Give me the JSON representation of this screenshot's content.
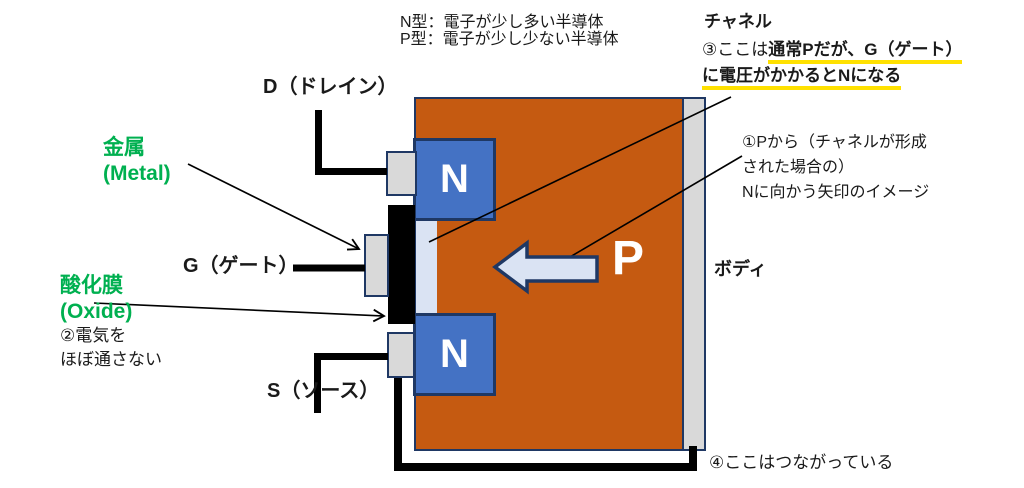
{
  "colors": {
    "body_orange": "#c55a11",
    "n_blue": "#4472c4",
    "border_navy": "#1f3864",
    "electrode_gray": "#d9d9d9",
    "channel_blue": "#dae3f3",
    "green_label": "#00b050",
    "highlight_yellow": "#ffe100",
    "wire_black": "#000000",
    "text_black": "#1a1a1a"
  },
  "legend": {
    "line1": "N型：電子が少し多い半導体",
    "line2": "P型：電子が少し少ない半導体"
  },
  "channel_note": {
    "title": "チャネル",
    "prefix": "③ここは",
    "highlight1": "通常Pだが、G（ゲート）",
    "highlight2": "に電圧がかかるとNになる"
  },
  "arrow_note": {
    "line1": "①Pから（チャネルが形成",
    "line2": "された場合の）",
    "line3": "Nに向かう矢印のイメージ"
  },
  "terminals": {
    "drain": "D（ドレイン）",
    "gate": "G（ゲート）",
    "source": "S（ソース）"
  },
  "metal": {
    "jp": "金属",
    "en": "(Metal)"
  },
  "oxide": {
    "jp": "酸化膜",
    "en": "(Oxide)",
    "note_line1": "②電気を",
    "note_line2": "ほぼ通さない"
  },
  "regions": {
    "n_top": "N",
    "n_bottom": "N",
    "p": "P",
    "body": "ボディ"
  },
  "bottom_note": "④ここはつながっている"
}
